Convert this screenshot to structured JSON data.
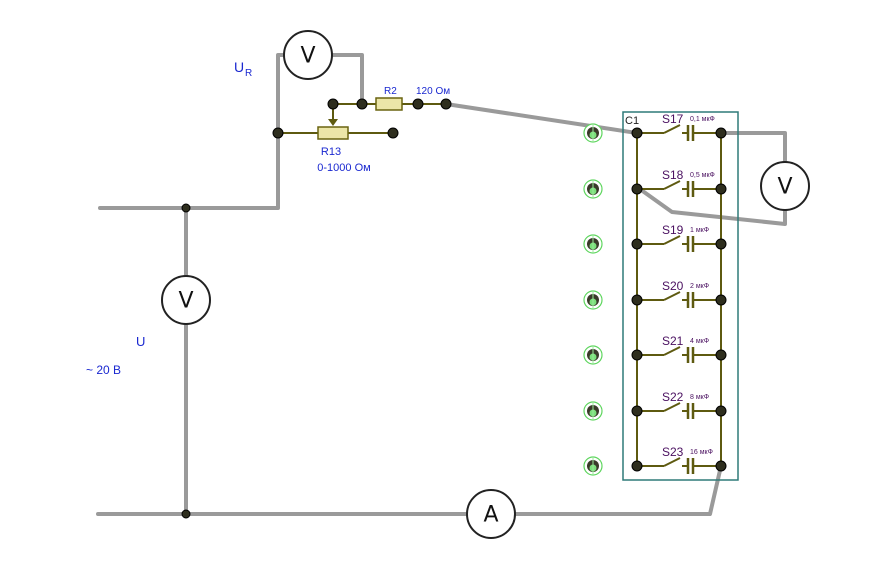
{
  "labels": {
    "ur_main": "U",
    "ur_sub": "R",
    "r2_name": "R2",
    "r2_value": "120 Ом",
    "r13_name": "R13",
    "r13_range": "0-1000 Ом",
    "u_main": "U",
    "u_value": "~ 20 В",
    "c1_name": "C1"
  },
  "meters": {
    "voltmeter_symbol": "V",
    "ammeter_symbol": "A"
  },
  "switches": [
    {
      "name": "S17",
      "cap": "0,1 мкФ"
    },
    {
      "name": "S18",
      "cap": "0,5 мкФ"
    },
    {
      "name": "S19",
      "cap": "1 мкФ"
    },
    {
      "name": "S20",
      "cap": "2 мкФ"
    },
    {
      "name": "S21",
      "cap": "4 мкФ"
    },
    {
      "name": "S22",
      "cap": "8 мкФ"
    },
    {
      "name": "S23",
      "cap": "16 мкФ"
    }
  ],
  "colors": {
    "wire": "#9a9a9a",
    "label_blue": "#1a28d0",
    "panel_border": "#2f7a78",
    "node_green": "#5fd65f"
  }
}
